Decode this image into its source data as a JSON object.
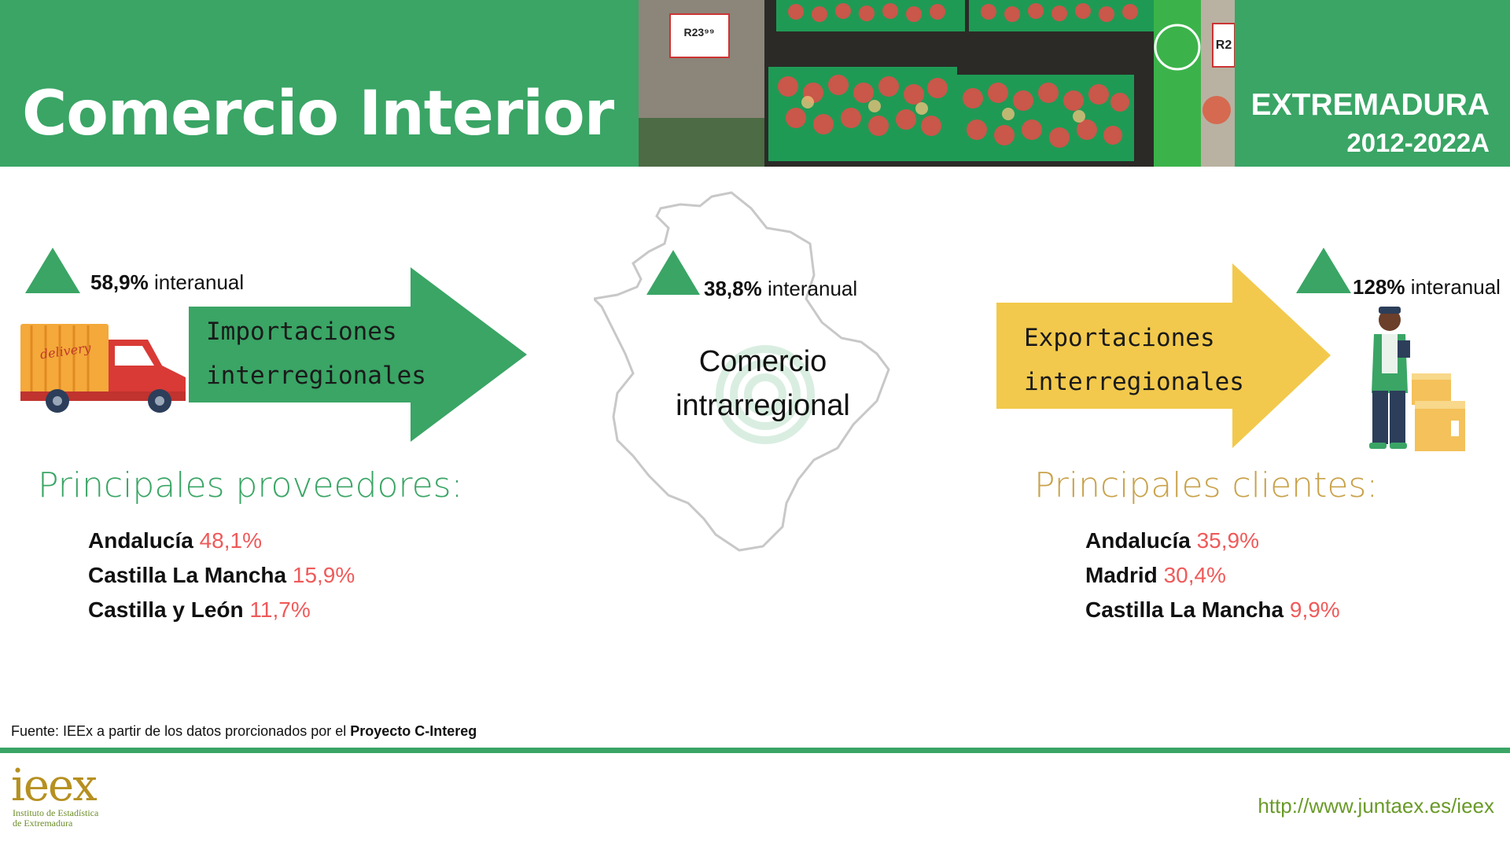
{
  "header": {
    "title": "Comercio Interior",
    "region": "EXTREMADURA",
    "period": "2012-2022A",
    "price_tag_1": "R23⁹⁹",
    "price_tag_2": "R2"
  },
  "imports": {
    "change": "58,9%",
    "change_suffix": "interanual",
    "label_line1": "Importaciones",
    "label_line2": "interregionales",
    "truck_text": "delivery",
    "section_title": "Principales proveedores:",
    "items": [
      {
        "name": "Andalucía",
        "value": "48,1%"
      },
      {
        "name": "Castilla La Mancha",
        "value": "15,9%"
      },
      {
        "name": "Castilla y León",
        "value": "11,7%"
      }
    ]
  },
  "intra": {
    "change": "38,8%",
    "change_suffix": "interanual",
    "label_line1": "Comercio",
    "label_line2": "intrarregional"
  },
  "exports": {
    "change": "128%",
    "change_suffix": "interanual",
    "label_line1": "Exportaciones",
    "label_line2": "interregionales",
    "section_title": "Principales clientes:",
    "items": [
      {
        "name": "Andalucía",
        "value": "35,9%"
      },
      {
        "name": "Madrid",
        "value": "30,4%"
      },
      {
        "name": "Castilla La Mancha",
        "value": "9,9%"
      }
    ]
  },
  "footer": {
    "source_prefix": "Fuente: IEEx a partir de los datos prorcionados por el",
    "source_project": "Proyecto C-Intereg",
    "logo": "ieex",
    "logo_sub1": "Instituto de Estadística",
    "logo_sub2": "de Extremadura",
    "url": "http://www.juntaex.es/ieex"
  },
  "colors": {
    "brand_green": "#3aa565",
    "export_yellow": "#f2c94c",
    "value_red": "#ef5a5a",
    "provider_title": "#3aa565",
    "client_title": "#c9a24a"
  },
  "icons": [
    "delivery-truck-icon",
    "worker-with-boxes-icon",
    "extremadura-map-icon",
    "trend-up-icon"
  ]
}
